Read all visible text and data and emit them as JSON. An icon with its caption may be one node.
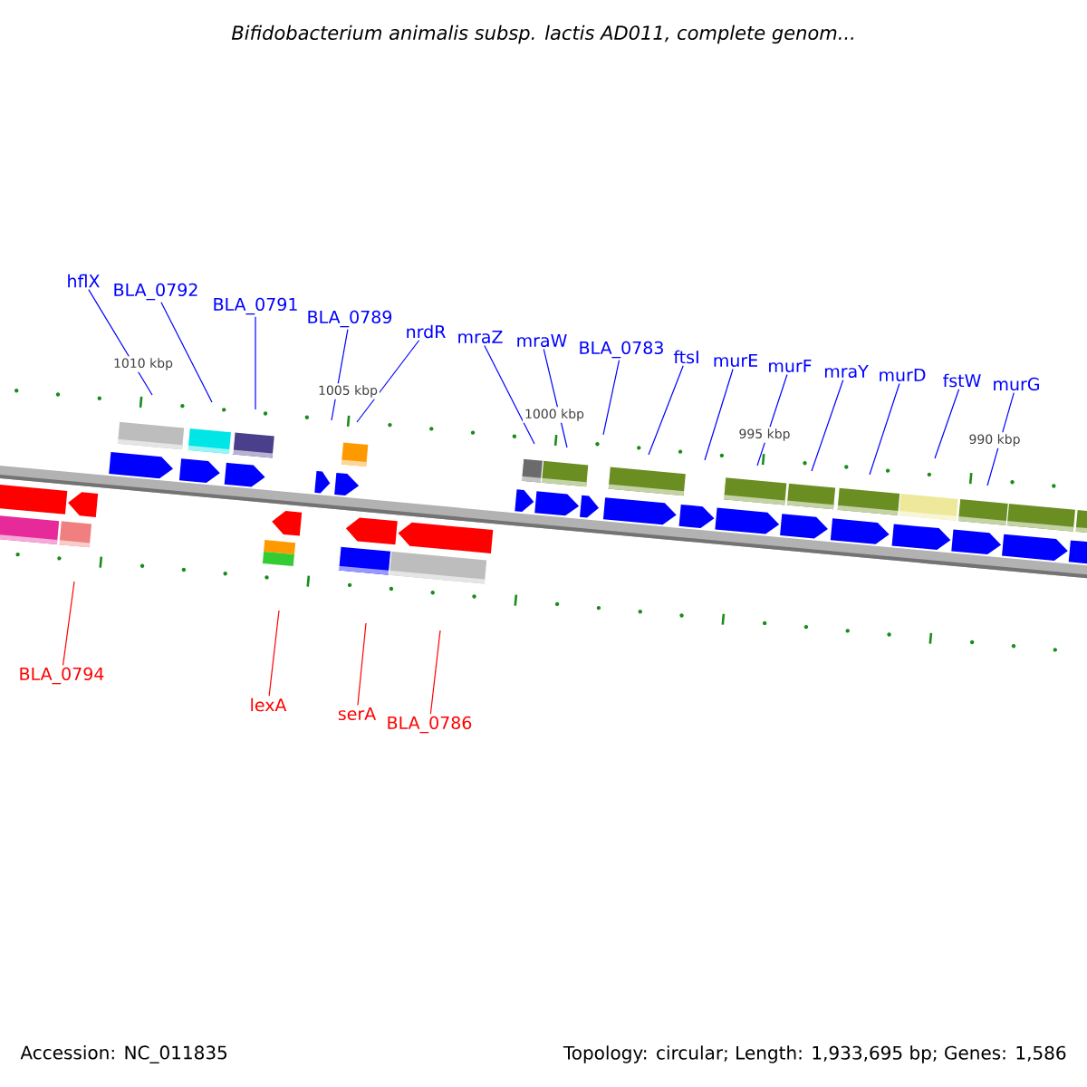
{
  "diagram": {
    "title": "Bifidobacterium animalis subsp. lactis AD011, complete genom...",
    "nodes": [
      {
        "text": [
          "hflX"
        ]
      },
      {
        "text": [
          "BLA_0792"
        ]
      },
      {
        "text": [
          "BLA_0791"
        ]
      },
      {
        "text": [
          "BLA_0789"
        ]
      },
      {
        "text": [
          "nrdR"
        ]
      },
      {
        "text": [
          "mraZ"
        ]
      },
      {
        "text": [
          "mraW"
        ]
      },
      {
        "text": [
          "BLA_0783"
        ]
      },
      {
        "text": [
          "ftsI"
        ]
      },
      {
        "text": [
          "murE"
        ]
      },
      {
        "text": [
          "murF"
        ]
      },
      {
        "text": [
          "mraY"
        ]
      },
      {
        "text": [
          "murD"
        ]
      },
      {
        "text": [
          "fstW"
        ]
      },
      {
        "text": [
          "murG"
        ]
      },
      {
        "text": [
          "BLA_0794"
        ]
      },
      {
        "text": [
          "lexA"
        ]
      },
      {
        "text": [
          "serA"
        ]
      },
      {
        "text": [
          "BLA_0786"
        ]
      }
    ],
    "edges": [
      {
        "from": 0,
        "to": null,
        "arrow": "none"
      },
      {
        "from": 1,
        "to": null,
        "arrow": "none"
      },
      {
        "from": 2,
        "to": null,
        "arrow": "none"
      },
      {
        "from": 3,
        "to": null,
        "arrow": "none"
      },
      {
        "from": 4,
        "to": null,
        "arrow": "none"
      },
      {
        "from": 5,
        "to": null,
        "arrow": "none"
      },
      {
        "from": 6,
        "to": null,
        "arrow": "none"
      },
      {
        "from": 7,
        "to": null,
        "arrow": "none"
      },
      {
        "from": 8,
        "to": null,
        "arrow": "none"
      },
      {
        "from": 9,
        "to": null,
        "arrow": "none"
      },
      {
        "from": 10,
        "to": null,
        "arrow": "none"
      },
      {
        "from": 11,
        "to": null,
        "arrow": "none"
      },
      {
        "from": 12,
        "to": null,
        "arrow": "none"
      },
      {
        "from": 13,
        "to": null,
        "arrow": "none"
      },
      {
        "from": 14,
        "to": null,
        "arrow": "none"
      },
      {
        "from": 15,
        "to": null,
        "arrow": "none",
        "color": "#ff0000"
      },
      {
        "from": 16,
        "to": null,
        "arrow": "none",
        "color": "#ff0000"
      },
      {
        "from": 17,
        "to": null,
        "arrow": "none",
        "color": "#ff0000"
      },
      {
        "from": 18,
        "to": null,
        "arrow": "none",
        "color": "#ff0000"
      }
    ],
    "labels": [
      "1010 kbp",
      "1005 kbp",
      "1000 kbp",
      "995 kbp",
      "990 kbp",
      "Accession: NC_011835",
      "Topology: circular; Length: 1,933,695 bp; Genes: 1,586"
    ]
  }
}
